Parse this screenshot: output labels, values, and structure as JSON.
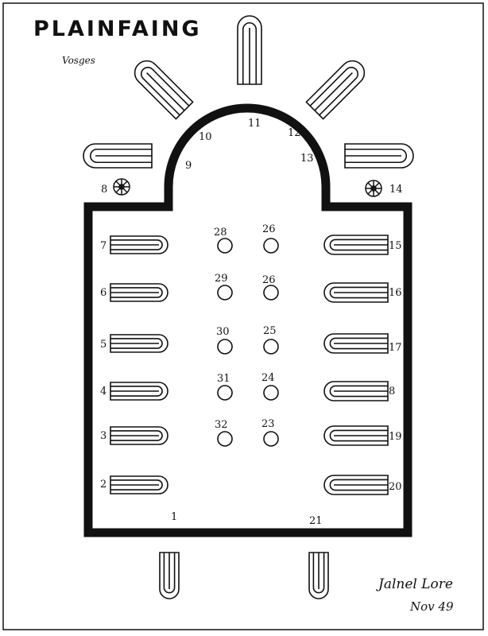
{
  "title": "PLAINFAING",
  "subtitle": "Vosges",
  "signature": "Jalnel Lore",
  "date": "Nov 49",
  "ink": "#111111",
  "window_labels": [
    "1",
    "2",
    "3",
    "4",
    "5",
    "6",
    "7",
    "8",
    "9",
    "10",
    "11",
    "12",
    "13",
    "14",
    "15",
    "16",
    "17",
    "8",
    "19",
    "20",
    "21"
  ],
  "pillar_labels": [
    "23",
    "24",
    "25",
    "26",
    "26",
    "28",
    "29",
    "30",
    "31",
    "32"
  ]
}
